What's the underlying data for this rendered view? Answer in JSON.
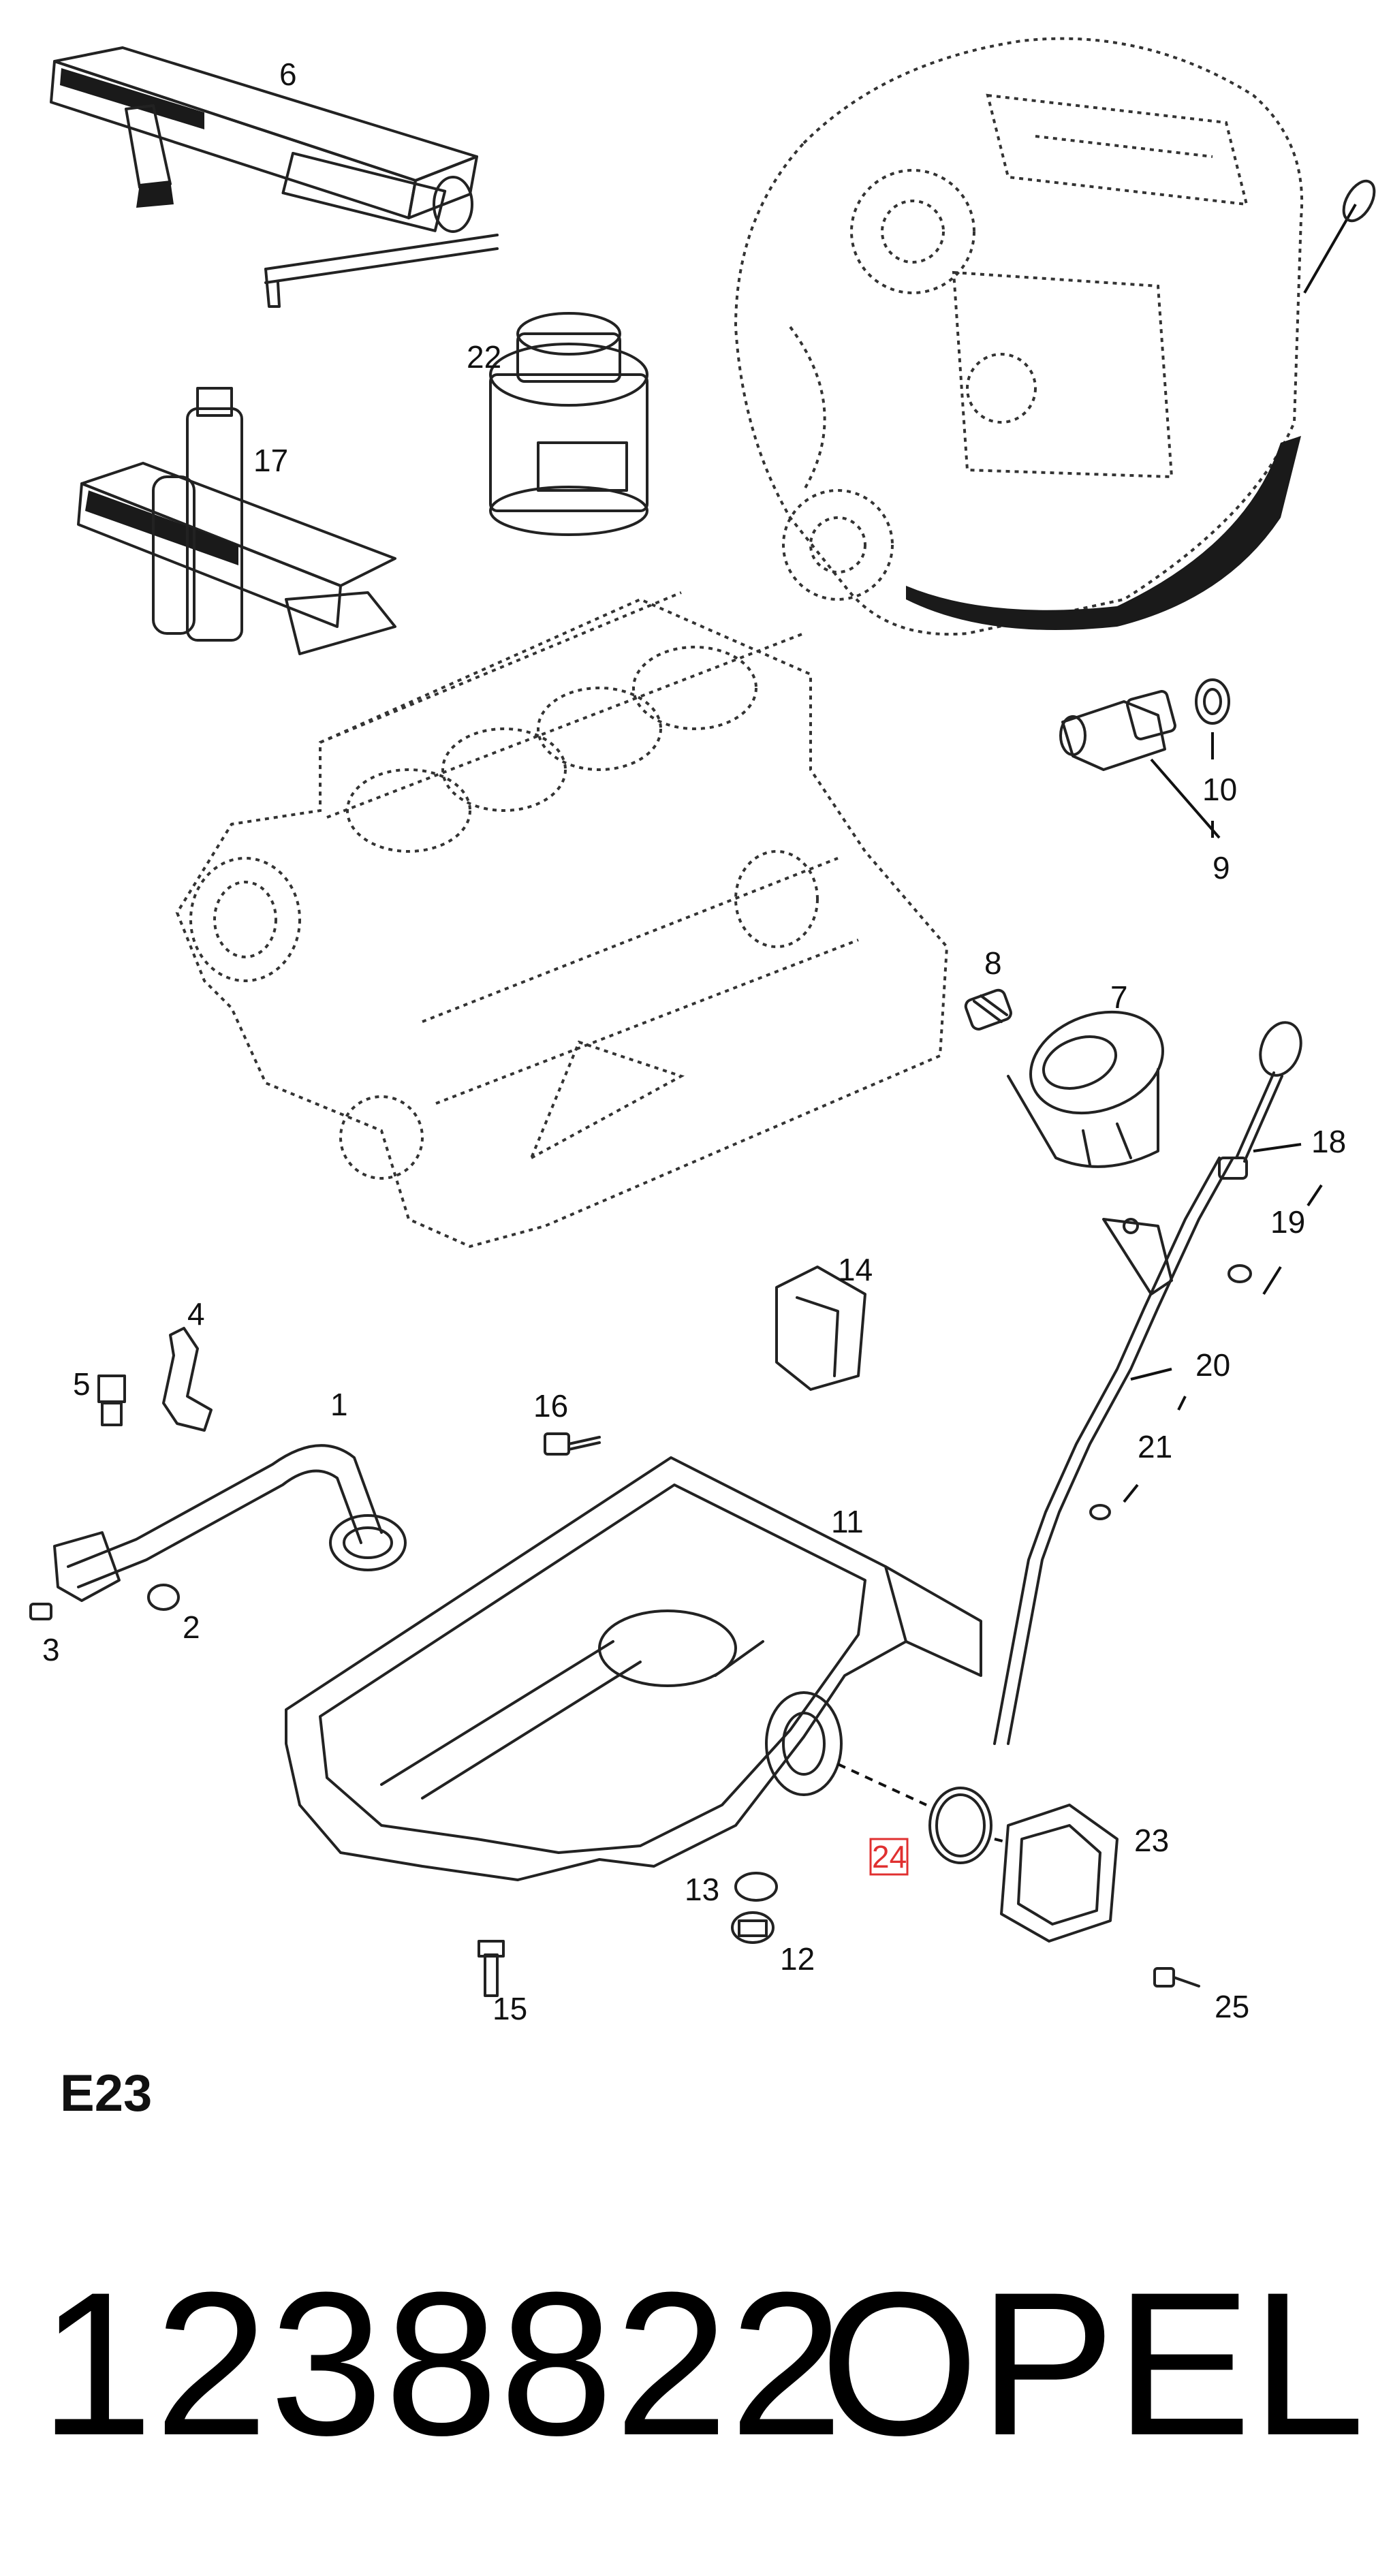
{
  "diagram": {
    "section_code": "E23",
    "part_number": "1238822",
    "brand": "OPEL",
    "highlighted_callout": "24",
    "callouts": [
      "1",
      "2",
      "3",
      "4",
      "5",
      "6",
      "7",
      "8",
      "9",
      "10",
      "11",
      "12",
      "13",
      "14",
      "15",
      "16",
      "17",
      "18",
      "19",
      "20",
      "21",
      "22",
      "23",
      "24",
      "25"
    ],
    "colors": {
      "highlight": "#e03030",
      "ink": "#111111",
      "background": "#ffffff"
    }
  }
}
